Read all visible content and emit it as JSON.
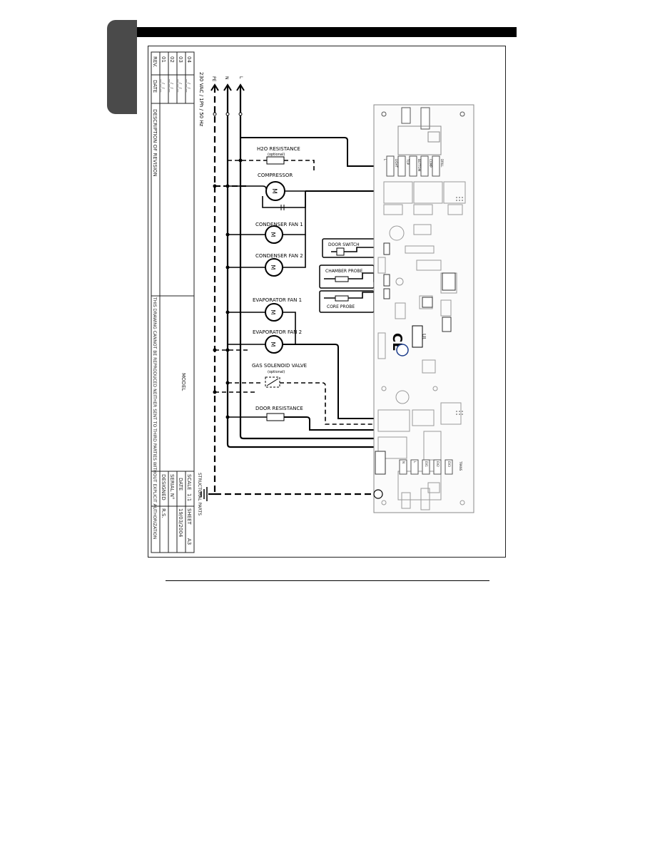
{
  "supply": {
    "voltage": "230 VAC / 1Ph / 50 Hz",
    "lines": [
      "PE",
      "N",
      "L"
    ]
  },
  "title_block": {
    "rev_header": "REV.",
    "date_header": "DATE",
    "desc_header": "DESCRIPTION OF REVISION",
    "revisions": [
      "04",
      "03",
      "02",
      "01"
    ],
    "rev_dates": [
      "__/__/__",
      "__/__/__",
      "__/__/__",
      "__/__/__"
    ],
    "model_label": "MODEL",
    "notice": "THIS DRAWING CANNOT BE REPRODUCED NEITHER SENT TO THIRD PARTIES WITHOUT EXPLICIT AUTHORIZATION",
    "structural": "STRUCTURAL PARTS",
    "scale_label": "SCALE",
    "scale_value": "1:1",
    "sheet_label": "SHEET",
    "sheet_value": "A3",
    "date_label": "DATE",
    "date_value": "19/03/2004",
    "serial_label": "SERIAL N°",
    "designed_label": "DESIGNED",
    "designed_value": "R.S."
  },
  "components": {
    "h2o": "H2O RESISTANCE",
    "h2o_opt": "(optional)",
    "compressor": "COMPRESSOR",
    "cfan1": "CONDENSER FAN 1",
    "cfan2": "CONDENSER FAN 2",
    "efan1": "EVAPORATOR FAN 1",
    "efan2": "EVAPORATOR FAN 2",
    "gas": "GAS SOLENOID VALVE",
    "gas_opt": "(optional)",
    "door_res": "DOOR RESISTANCE",
    "door_switch": "DOOR SWITCH",
    "chamber_probe": "CHAMBER PROBE",
    "core_probe": "CORE PROBE",
    "motor_symbol": "M"
  },
  "board": {
    "relay_labels_top": [
      "L",
      "LIGHT",
      "TOP",
      "BOTTOM",
      "COMP",
      "DRILL"
    ],
    "relay_labels_bottom": [
      "N",
      "L",
      "EV1",
      "EV2",
      "EV3",
      "TRANS"
    ],
    "ce": "CE",
    "ul": "UL"
  }
}
